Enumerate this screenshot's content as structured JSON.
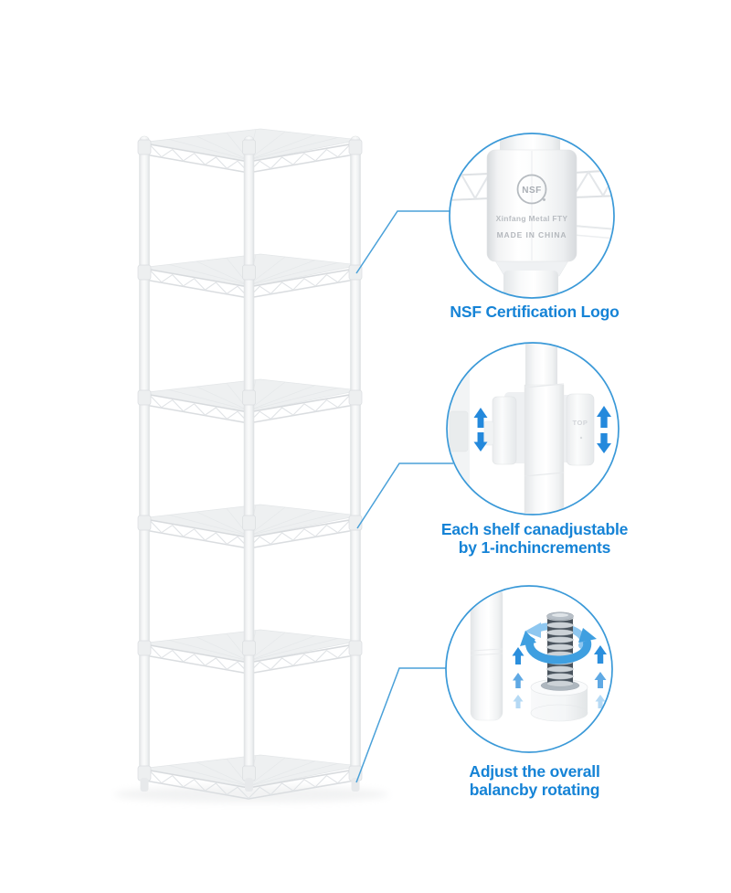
{
  "page": {
    "background": "#ffffff"
  },
  "shelf_unit": {
    "tiers": 6,
    "finish": "white",
    "style": "corner wire shelving"
  },
  "callouts": [
    {
      "caption": "NSF Certification Logo",
      "detail": {
        "logo_text": "NSF",
        "maker_text": "Xinfang Metal FTY",
        "origin_text": "MADE IN CHINA"
      }
    },
    {
      "caption_line1": "Each shelf canadjustable",
      "caption_line2": "by 1-inchincrements",
      "clip_label": "TOP"
    },
    {
      "caption_line1": "Adjust the overall",
      "caption_line2": "balancby rotating"
    }
  ],
  "colors": {
    "caption_blue": "#1583d6",
    "circle_stroke": "#3a99d8",
    "leader_line": "#4aa1d9",
    "arrow_blue": "#2489dc",
    "arrow_blue_mid": "#5fa9e4",
    "arrow_blue_light": "#b5d9f4",
    "swirl_blue": "#3f9fe0"
  }
}
